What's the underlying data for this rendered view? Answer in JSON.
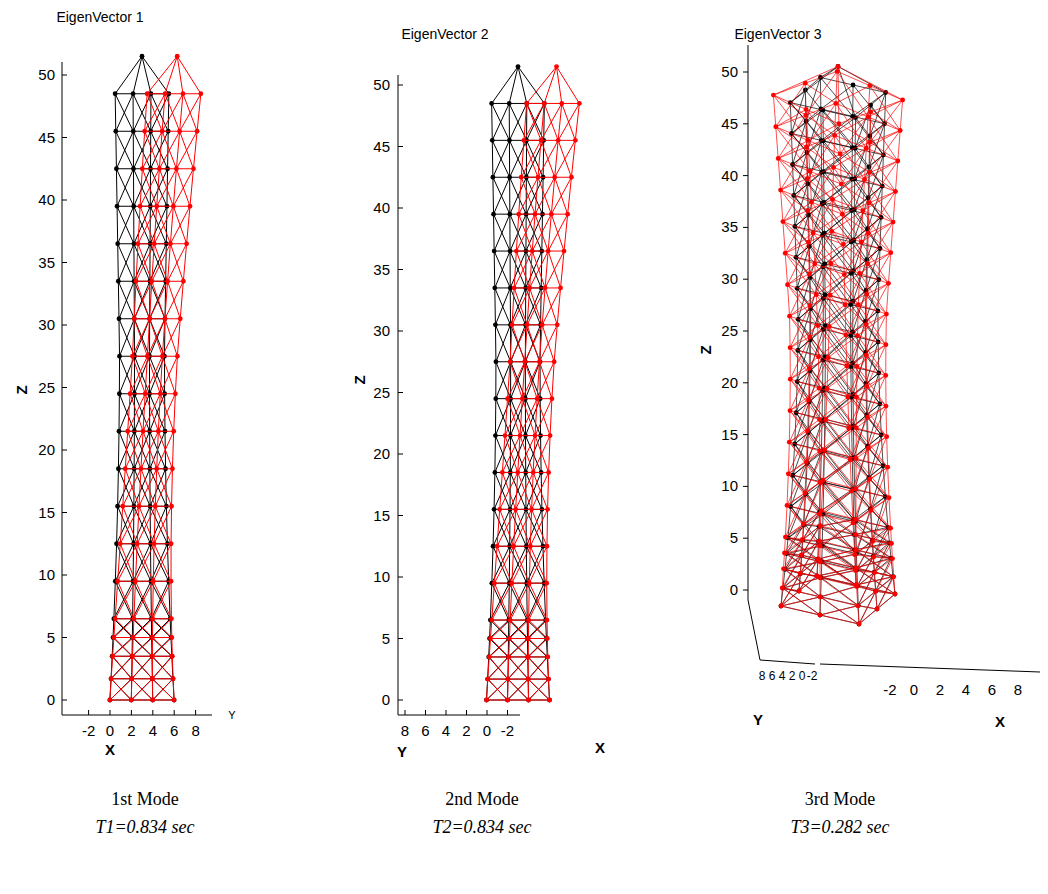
{
  "diagram": {
    "labels": [
      "EigenVector 1",
      "0",
      "5",
      "10",
      "15",
      "20",
      "25",
      "30",
      "35",
      "40",
      "45",
      "50",
      "Z",
      "-2",
      "0",
      "2",
      "4",
      "6",
      "8",
      "X",
      "Y",
      "EigenVector 2",
      "0",
      "5",
      "10",
      "15",
      "20",
      "25",
      "30",
      "35",
      "40",
      "45",
      "50",
      "Z",
      "8",
      "6",
      "4",
      "2",
      "0",
      "-2",
      "Y",
      "X",
      "EigenVector 3",
      "0",
      "5",
      "10",
      "15",
      "20",
      "25",
      "30",
      "35",
      "40",
      "45",
      "50",
      "Z",
      "8",
      "6",
      "4",
      "2",
      "0",
      "-2",
      "-2",
      "0",
      "2",
      "4",
      "6",
      "8",
      "Y",
      "X",
      "1st Mode",
      "T1=0.834 sec",
      "2nd Mode",
      "T2=0.834 sec",
      "3rd Mode",
      "T3=0.282 sec"
    ]
  }
}
